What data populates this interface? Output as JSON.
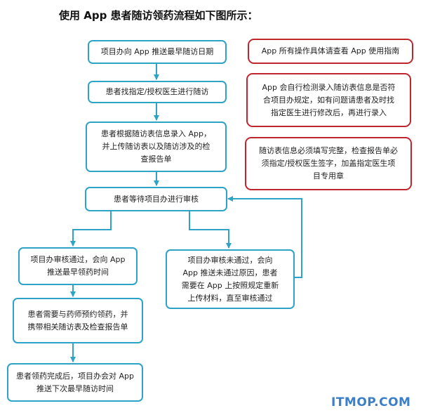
{
  "title": "使用 App 患者随访领药流程如下图所示：",
  "flow": {
    "step1": "项目办向 App 推送最早随访日期",
    "step2": "患者找指定/授权医生进行随访",
    "step3": "患者根据随访表信息录入 App，\n并上传随访表以及随访涉及的检\n查报告单",
    "step4": "患者等待项目办进行审核",
    "pass": "项目办审核通过，会向 App\n推送最早领药时间",
    "fail": "项目办审核未通过，会向\nApp 推送未通过原因，患者\n需要在 App 上按照规定重新\n上传材料，直至审核通过",
    "step6": "患者需要与药师预约领药，并\n携带相关随访表及检查报告单",
    "step7": "患者领药完成后，项目办会对 App\n推送下次最早随访时间"
  },
  "notes": {
    "note1": "App 所有操作具体请查看 App 使用指南",
    "note2": "App 会自行检测录入随访表信息是否符\n合项目办规定，如有问题请患者及时找\n指定医生进行修改后，再进行录入",
    "note3": "随访表信息必须填写完整，检查报告单必\n须指定/授权医生签字，加盖指定医生项\n目专用章"
  },
  "colors": {
    "flow_border": "#2ea3c8",
    "note_border": "#c0262d",
    "watermark": "#3a7fc8"
  },
  "watermark": "ITMOP.COM"
}
